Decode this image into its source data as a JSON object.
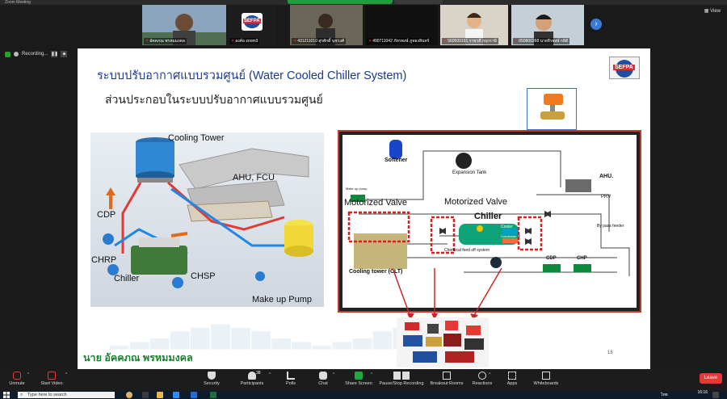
{
  "window": {
    "title": "Zoom Meeting",
    "view_label": "View"
  },
  "recording": {
    "label": "Recording..."
  },
  "participants": [
    {
      "name": "อัคคภณ พรหมมงคล",
      "muted": true
    },
    {
      "name": "องค์ธ zoom3",
      "muted": true
    },
    {
      "name": "431211010 สุรศักดิ์ นุชวงศ์",
      "muted": true
    },
    {
      "name": "490711042 ภัทรพงษ์ ภูทองสินทร์",
      "muted": true
    },
    {
      "name": "560500151 ราชวดี กฤกราษี",
      "muted": true
    },
    {
      "name": "650800268 นายจีรพงษ์ กลิ่ดี",
      "muted": true
    }
  ],
  "slide": {
    "title": "ระบบปรับอากาศแบบรวมศูนย์ (Water Cooled Chiller System)",
    "subtitle": "ส่วนประกอบในระบบปรับอากาศแบบรวมศูนย์",
    "logo_text": "SEFPA",
    "left_labels": {
      "cooling_tower": "Cooling  Tower",
      "ahu_fcu": "AHU, FCU",
      "cdp": "CDP",
      "chrp": "CHRP",
      "chiller": "Chiller",
      "chsp": "CHSP",
      "makeup_pump": "Make up Pump"
    },
    "right_labels": {
      "motorized_valve_left": "Motorized Valve",
      "motorized_valve_right": "Motorized Valve",
      "softener": "Softener",
      "expansion_tank": "Expansion Tank",
      "ahu": "AHU.",
      "prv": "PRV",
      "chiller": "Chiller",
      "cooler": "Cooler",
      "condenser": "Condenser",
      "chemical": "Chemical feed off system",
      "cooling_tower": "Cooling tower (CLT)",
      "cdp": "CDP",
      "chp": "CHP",
      "makeup_pump": "Make up pump",
      "bypass": "By pass feeder"
    },
    "presenter_name": "นาย อัคคภณ พรหมมงคล",
    "page_number": "16"
  },
  "toolbar": {
    "unmute": "Unmute",
    "start_video": "Start Video",
    "security": "Security",
    "participants": "Participants",
    "participants_count": "38",
    "polls": "Polls",
    "chat": "Chat",
    "share_screen": "Share Screen",
    "pause_recording": "Pause/Stop Recording",
    "breakout": "Breakout Rooms",
    "reactions": "Reactions",
    "apps": "Apps",
    "whiteboards": "Whiteboards",
    "leave": "Leave"
  },
  "taskbar": {
    "search_placeholder": "Type here to search",
    "time": "16:16",
    "lang": "ไทย"
  }
}
